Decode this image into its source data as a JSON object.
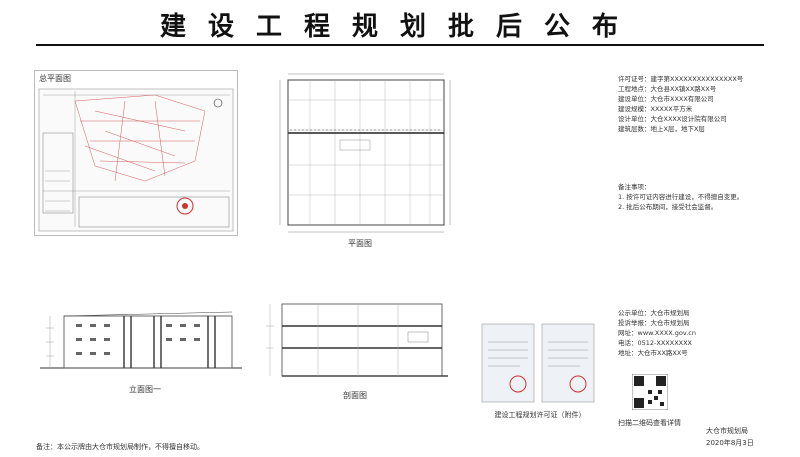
{
  "header": {
    "title": "建设工程规划批后公布"
  },
  "site_map": {
    "label": "总平面图"
  },
  "captions": {
    "plan": "平面图",
    "elevation": "立面图一",
    "section": "剖面图",
    "permit": "建设工程规划许可证（附件）"
  },
  "project_info": {
    "line1": "许可证号：建字第XXXXXXXXXXXXXXX号",
    "line2": "工程地点：大仓县XX镇XX路XX号",
    "line3": "建设单位：大仓市XXXX有限公司",
    "line4": "建设规模：XXXXX平方米",
    "line5": "设计单位：大仓XXXX设计院有限公司",
    "line6": "建筑层数：地上X层，地下X层"
  },
  "notices": {
    "title": "备注事项：",
    "item1": "1. 按许可证内容进行建设，不得擅自变更。",
    "item2": "2. 批后公布期间，接受社会监督。"
  },
  "contact": {
    "unit": "公示单位：大仓市规划局",
    "complaint": "投诉举报：大仓市规划局",
    "website": "网址：www.XXXX.gov.cn",
    "phone": "电话：0512-XXXXXXXX",
    "address": "地址：大仓市XX路XX号",
    "qr_note": "扫描二维码查看详情"
  },
  "footer": {
    "note": "备注：本公示牌由大仓市规划局制作，不得擅自移动。",
    "issuer": "大仓市规划局",
    "date": "2020年8月3日"
  }
}
